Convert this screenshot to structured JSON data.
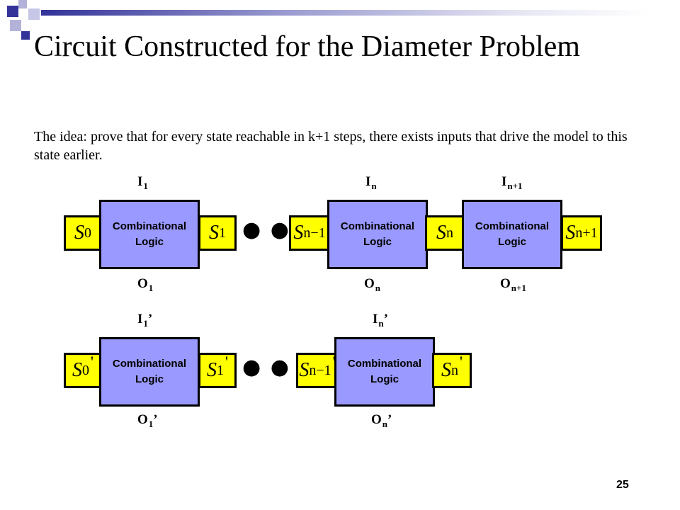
{
  "slide": {
    "title": "Circuit Constructed for the Diameter Problem",
    "idea": "The idea: prove that for every state reachable in k+1 steps, there exists inputs that drive the model to this state earlier.",
    "page_number": "25"
  },
  "logic_label": {
    "line1": "Combinational",
    "line2": "Logic"
  },
  "states": {
    "s0": {
      "base": "S",
      "sub": "0"
    },
    "s1": {
      "base": "S",
      "sub": "1"
    },
    "sn_1": {
      "base": "S",
      "sub": "n−1"
    },
    "sn": {
      "base": "S",
      "sub": "n"
    },
    "sn1": {
      "base": "S",
      "sub": "n+1"
    },
    "s0p": {
      "base": "S",
      "sub": "0",
      "prime": "'"
    },
    "s1p": {
      "base": "S",
      "sub": "1",
      "prime": "'"
    },
    "sn_1p": {
      "base": "S",
      "sub": "n−1",
      "prime": "'"
    },
    "snp": {
      "base": "S",
      "sub": "n",
      "prime": "'"
    }
  },
  "labels": {
    "i1": {
      "base": "I",
      "sub": "1"
    },
    "in": {
      "base": "I",
      "sub": "n"
    },
    "in1": {
      "base": "I",
      "sub": "n+1"
    },
    "o1": {
      "base": "O",
      "sub": "1"
    },
    "on": {
      "base": "O",
      "sub": "n"
    },
    "on1": {
      "base": "O",
      "sub": "n+1"
    },
    "i1p": {
      "base": "I",
      "sub": "1",
      "prime": "’"
    },
    "inp": {
      "base": "I",
      "sub": "n",
      "prime": "’"
    },
    "o1p": {
      "base": "O",
      "sub": "1",
      "prime": "’"
    },
    "onp": {
      "base": "O",
      "sub": "n",
      "prime": "’"
    }
  },
  "ellipsis": "● ● ●",
  "colors": {
    "state_fill": "#ffff00",
    "logic_fill": "#9999ff",
    "decor_blue": "#333399"
  }
}
